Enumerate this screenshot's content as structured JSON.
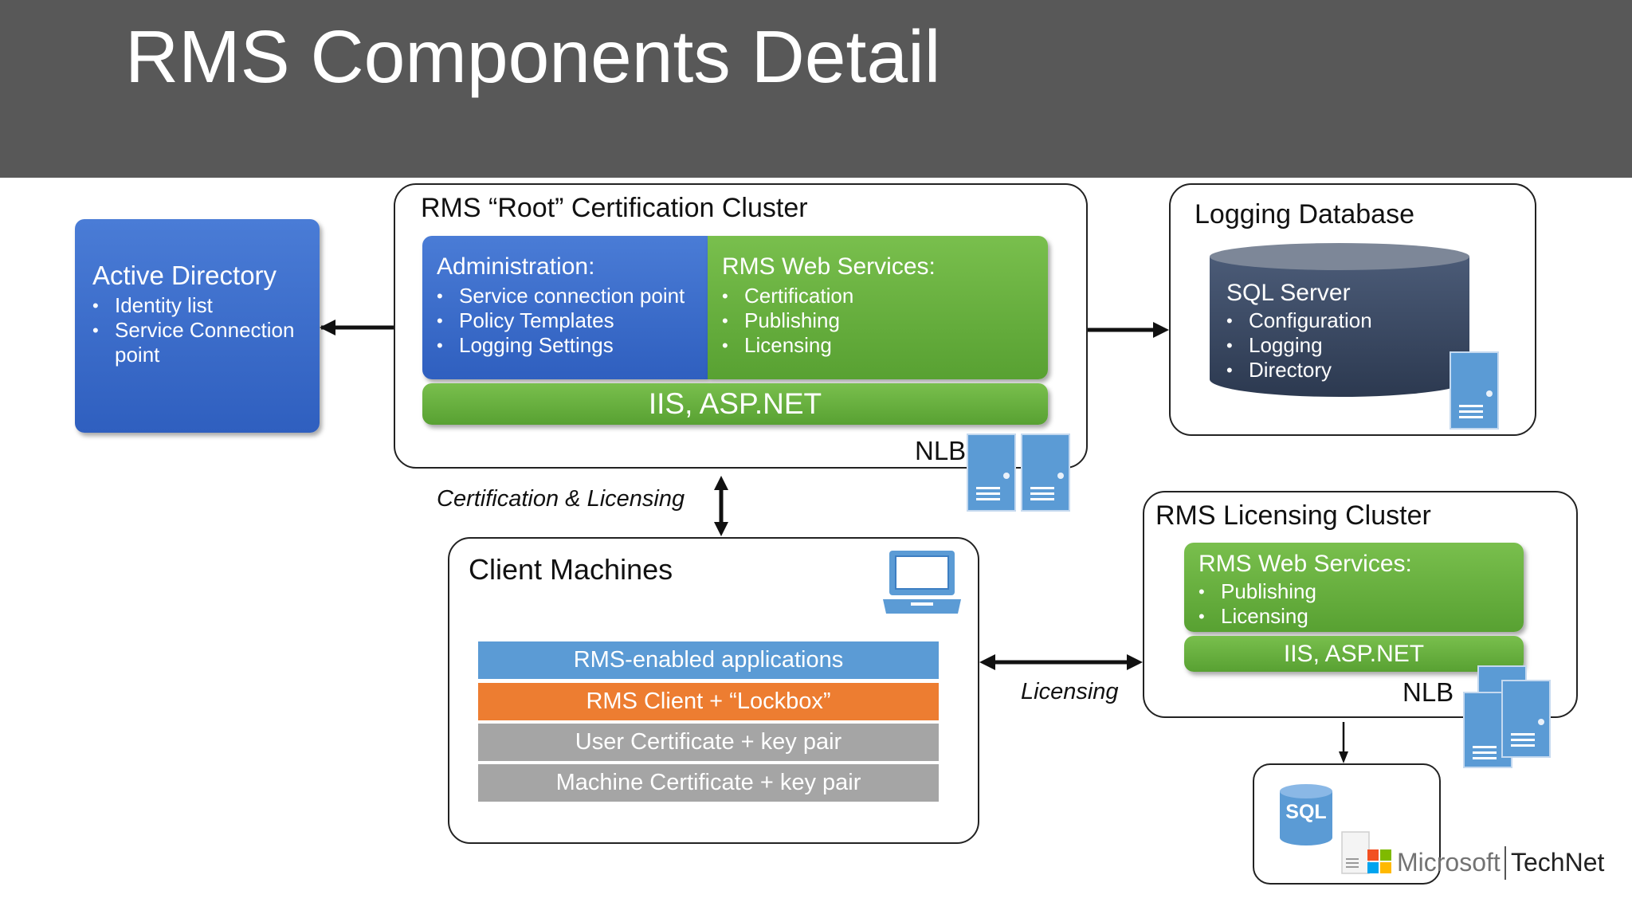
{
  "title": "RMS Components Detail",
  "active_directory": {
    "title": "Active Directory",
    "items": [
      "Identity list",
      "Service Connection point"
    ]
  },
  "root_cluster": {
    "title": "RMS “Root” Certification Cluster",
    "administration": {
      "title": "Administration:",
      "items": [
        "Service connection point",
        "Policy Templates",
        "Logging Settings"
      ]
    },
    "web_services": {
      "title": "RMS Web Services:",
      "items": [
        "Certification",
        "Publishing",
        "Licensing"
      ]
    },
    "platform": "IIS, ASP.NET",
    "nlb": "NLB"
  },
  "logging_db": {
    "title": "Logging Database",
    "sql_title": "SQL Server",
    "items": [
      "Configuration",
      "Logging",
      "Directory"
    ]
  },
  "links": {
    "cert_licensing": "Certification & Licensing",
    "licensing": "Licensing"
  },
  "client": {
    "title": "Client Machines",
    "layers": [
      {
        "label": "RMS-enabled applications",
        "color": "#5b9bd5"
      },
      {
        "label": "RMS Client + “Lockbox”",
        "color": "#ed7d31"
      },
      {
        "label": "User Certificate + key pair",
        "color": "#a5a5a5"
      },
      {
        "label": "Machine Certificate + key pair",
        "color": "#a5a5a5"
      }
    ]
  },
  "licensing_cluster": {
    "title": "RMS Licensing Cluster",
    "web_services": {
      "title": "RMS Web Services:",
      "items": [
        "Publishing",
        "Licensing"
      ]
    },
    "platform": "IIS, ASP.NET",
    "nlb": "NLB"
  },
  "sql_icon_label": "SQL",
  "branding": {
    "microsoft": "Microsoft",
    "technet": "TechNet"
  },
  "colors": {
    "header": "#585858",
    "blue_card": "#3a6cca",
    "green_card": "#6ab040",
    "db_cylinder": "#3b4a63",
    "server_blue": "#5b9bd5"
  }
}
